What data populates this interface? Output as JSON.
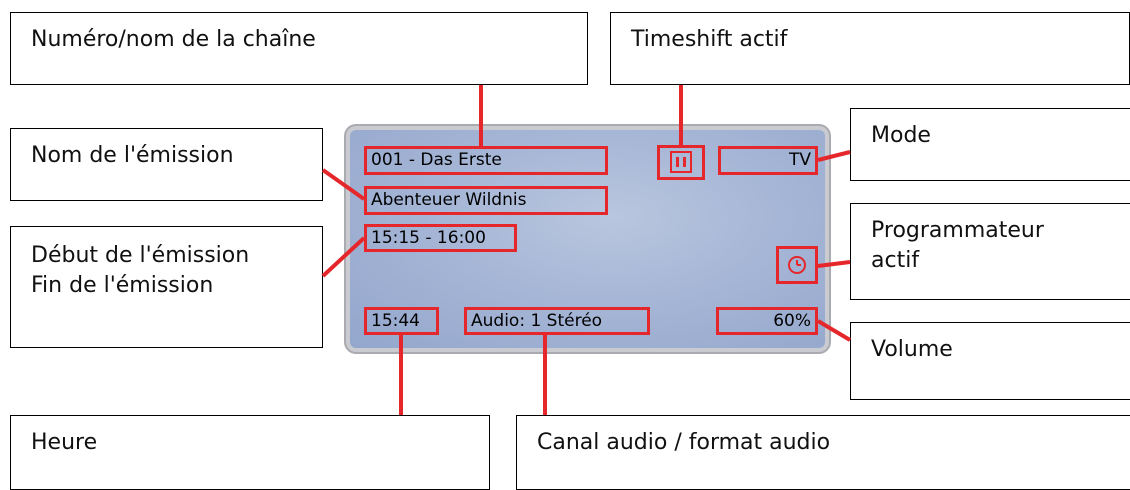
{
  "labels": {
    "channel": "Numéro/nom de la chaîne",
    "timeshift": "Timeshift actif",
    "mode": "Mode",
    "program_name": "Nom de l'émission",
    "program_time_line1": "Début de l'émission",
    "program_time_line2": "Fin de l'émission",
    "timer_line1": "Programmateur",
    "timer_line2": "actif",
    "volume": "Volume",
    "clock": "Heure",
    "audio": "Canal audio / format audio"
  },
  "osd": {
    "channel": "001 - Das Erste",
    "program": "Abenteuer Wildnis",
    "time_range": "15:15 - 16:00",
    "mode": "TV",
    "clock": "15:44",
    "audio": "Audio:  1 Stéréo",
    "volume": "60%",
    "pause_icon": "pause-icon",
    "timer_icon": "clock-icon"
  },
  "colors": {
    "highlight": "#e5272c",
    "osd_background": "#a6b6d6"
  }
}
